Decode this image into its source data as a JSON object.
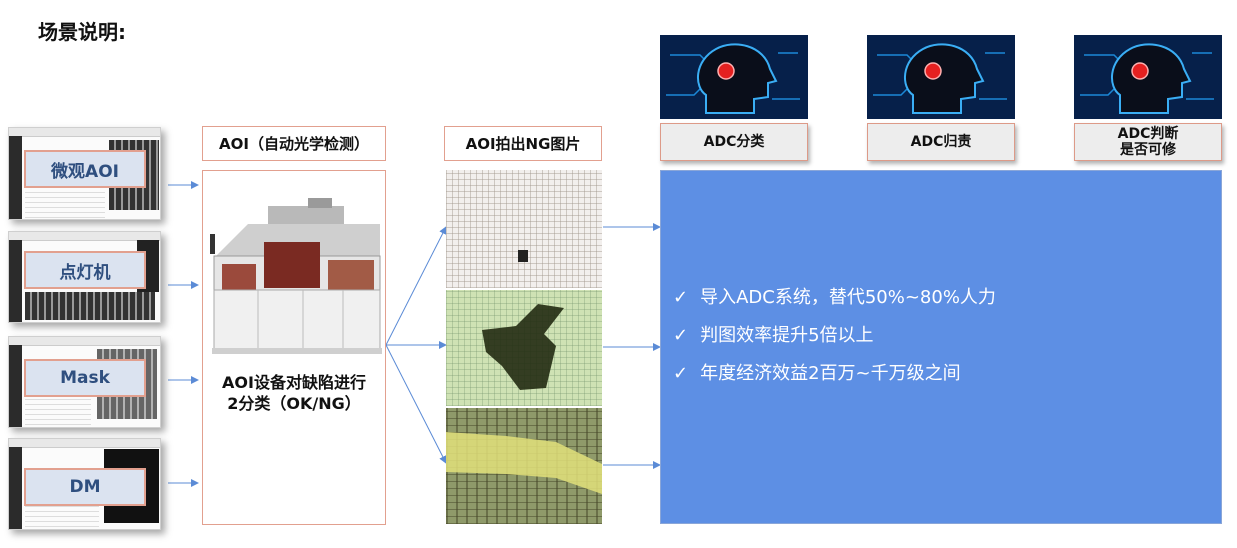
{
  "title": "场景说明:",
  "sources": [
    "微观AOI",
    "点灯机",
    "Mask",
    "DM"
  ],
  "aoi": {
    "header": "AOI（自动光学检测）",
    "caption_line1": "AOI设备对缺陷进行",
    "caption_line2": "2分类（OK/NG）"
  },
  "ng": {
    "header": "AOI拍出NG图片"
  },
  "adc_boxes": [
    {
      "line1": "ADC分类",
      "line2": ""
    },
    {
      "line1": "ADC归责",
      "line2": ""
    },
    {
      "line1": "ADC判断",
      "line2": "是否可修"
    }
  ],
  "benefits": [
    "导入ADC系统，替代50%~80%人力",
    "判图效率提升5倍以上",
    "年度经济效益2百万~千万级之间"
  ],
  "check_glyph": "✓",
  "colors": {
    "label_bg": "#dbe3f0",
    "label_text": "#2f4f7f",
    "border": "#e2a08f",
    "result_panel": "#5d8fe4",
    "arrow": "#5b8bd6"
  }
}
